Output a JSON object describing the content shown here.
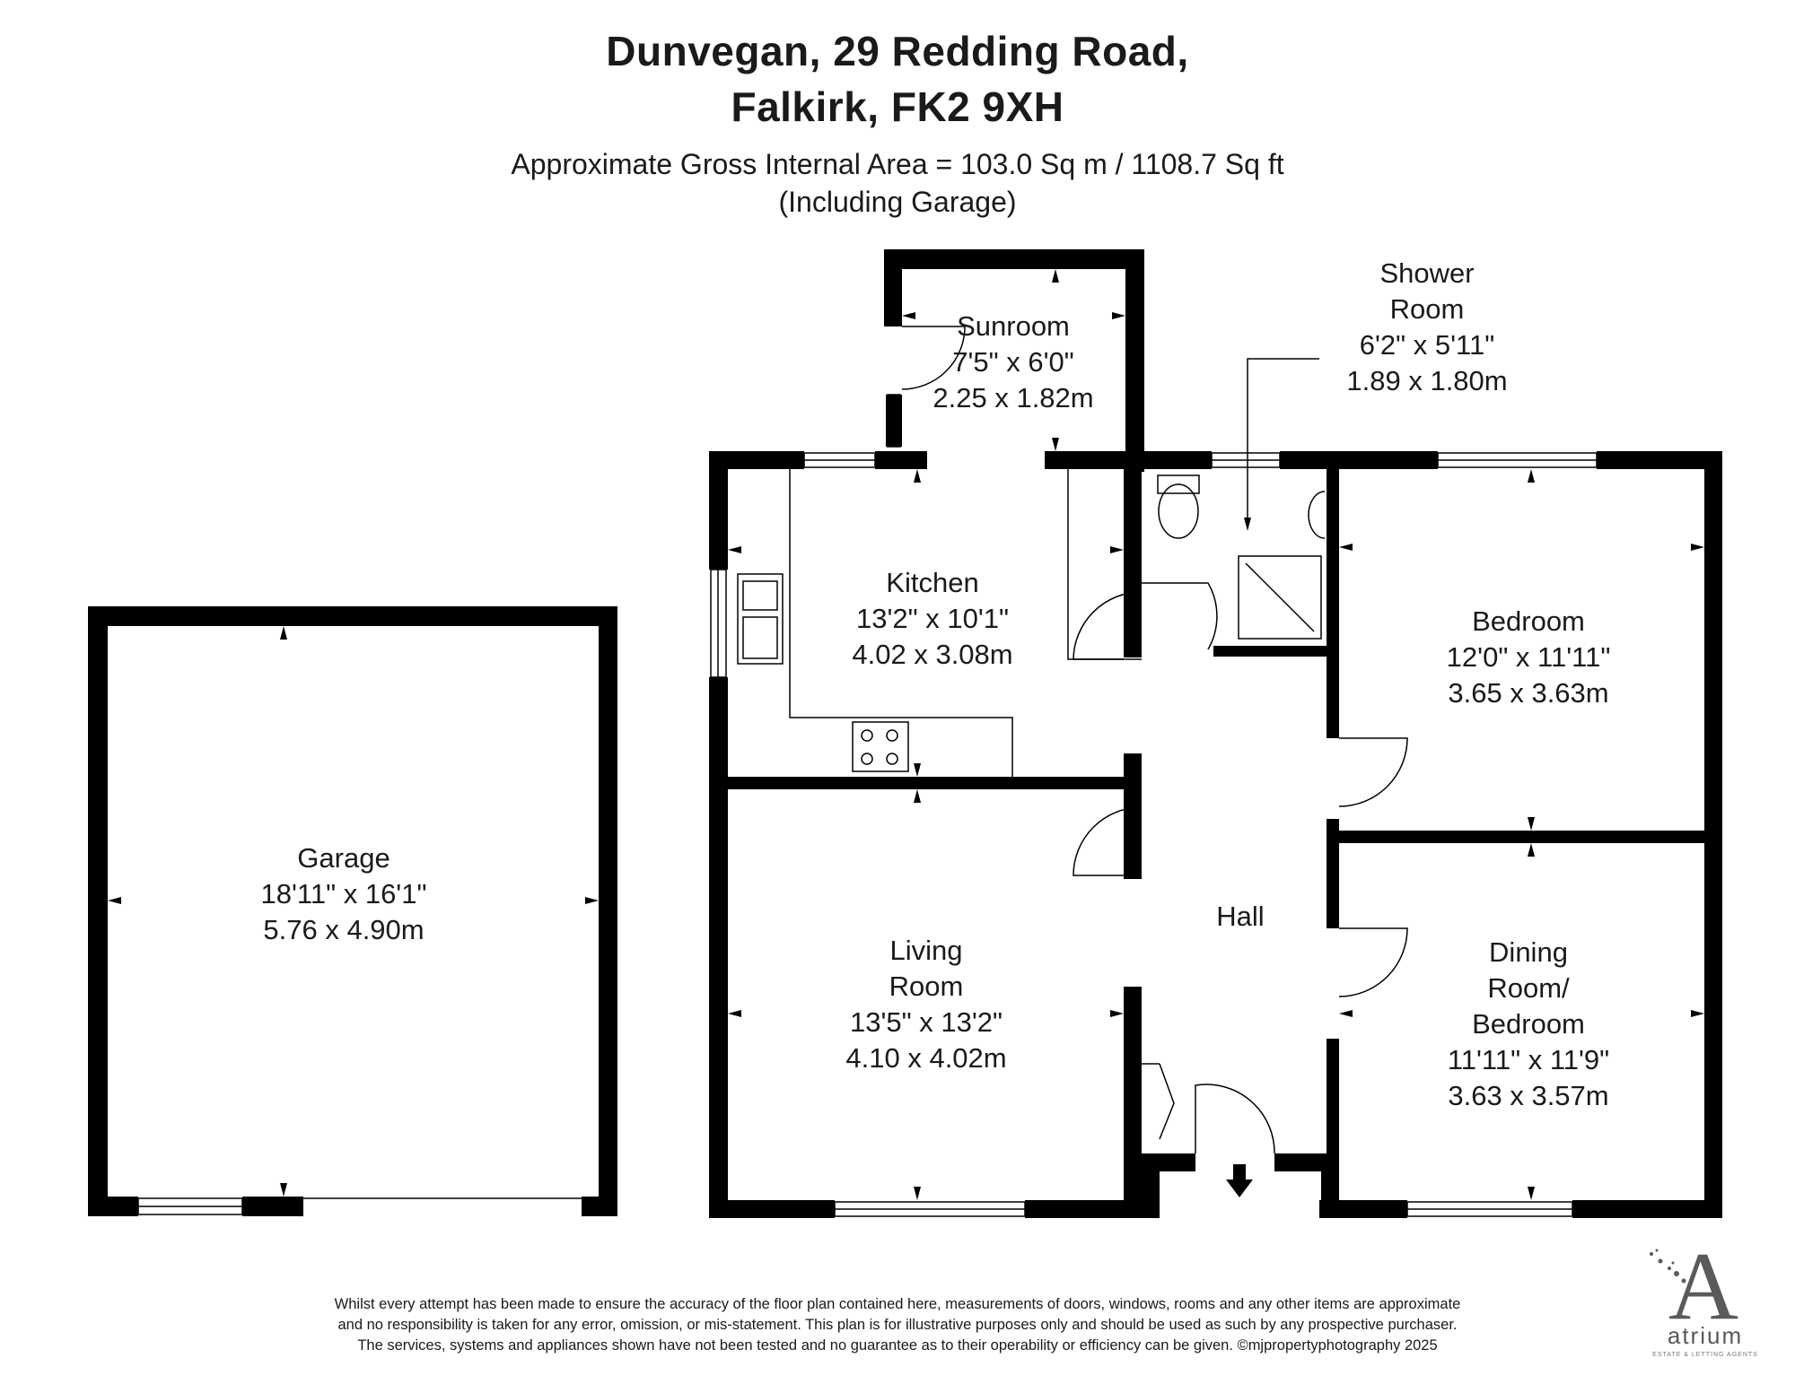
{
  "header": {
    "address_line1": "Dunvegan, 29 Redding Road,",
    "address_line2": "Falkirk, FK2 9XH",
    "area_line": "Approximate Gross Internal Area = 103.0 Sq m / 1108.7 Sq ft",
    "area_note": "(Including Garage)"
  },
  "rooms": {
    "garage": [
      "Garage",
      "18'11\" x 16'1\"",
      "5.76 x 4.90m"
    ],
    "sunroom": [
      "Sunroom",
      "7'5\" x 6'0\"",
      "2.25 x 1.82m"
    ],
    "shower": [
      "Shower",
      "Room",
      "6'2\" x 5'11\"",
      "1.89 x 1.80m"
    ],
    "kitchen": [
      "Kitchen",
      "13'2\" x 10'1\"",
      "4.02 x 3.08m"
    ],
    "bedroom": [
      "Bedroom",
      "12'0\" x 11'11\"",
      "3.65 x 3.63m"
    ],
    "hall": [
      "Hall"
    ],
    "living": [
      "Living",
      "Room",
      "13'5\" x 13'2\"",
      "4.10 x 4.02m"
    ],
    "dining": [
      "Dining",
      "Room/",
      "Bedroom",
      "11'11\" x 11'9\"",
      "3.63 x 3.57m"
    ]
  },
  "disclaimer": {
    "line1": "Whilst every attempt has been made to ensure the accuracy of the floor plan contained here, measurements of doors, windows, rooms and any other items are approximate",
    "line2": "and no responsibility is taken for any error, omission, or mis-statement. This plan is for illustrative purposes only and should be used as such by any prospective purchaser.",
    "line3": "The services, systems and appliances shown have not been tested and no guarantee as to their operability or efficiency can be given. ©mjpropertyphotography 2025"
  },
  "logo": {
    "letter": "A",
    "word": "atrium",
    "tagline": "ESTATE & LETTING AGENTS"
  },
  "colors": {
    "wall": "#000000",
    "text": "#1a1a1a",
    "logo": "#5a5a5a"
  }
}
